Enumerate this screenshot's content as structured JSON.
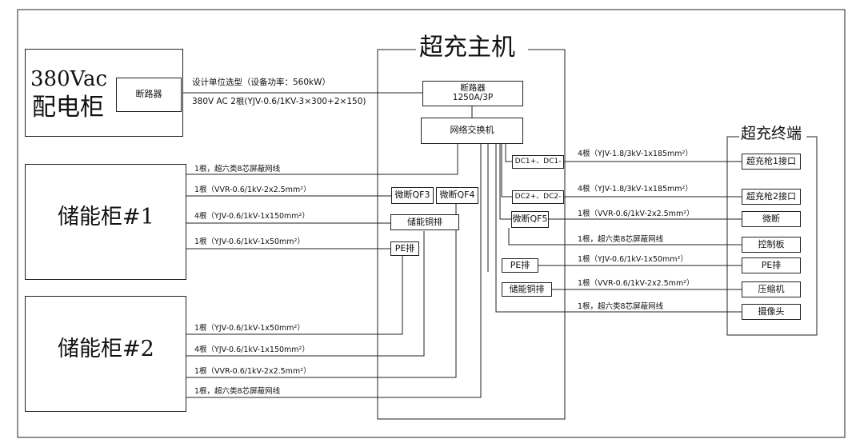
{
  "panel_380": {
    "title_line1": "380Vac",
    "title_line2": "配电柜",
    "breaker": "断路器"
  },
  "main_feed": {
    "label1": "设计单位选型（设备功率：560kW）",
    "label2": "380V AC 2根(YJV-0.6/1KV-3×300+2×150)"
  },
  "host": {
    "title": "超充主机",
    "breaker_line1": "断路器",
    "breaker_line2": "1250A/3P",
    "switch": "网络交换机",
    "dc1": "DC1+、DC1-",
    "dc2": "DC2+、DC2-",
    "qf3": "微断QF3",
    "qf4": "微断QF4",
    "qf5": "微断QF5",
    "copper_bar": "储能铜排",
    "pe_bar": "PE排",
    "pe_bar2": "PE排",
    "copper_bar2": "储能铜排"
  },
  "storage1": {
    "title": "储能柜#1",
    "wires": [
      "1根，超六类8芯屏蔽网线",
      "1根（VVR-0.6/1kV-2x2.5mm²）",
      "4根（YJV-0.6/1kV-1x150mm²）",
      "1根（YJV-0.6/1kV-1x50mm²）"
    ]
  },
  "storage2": {
    "title": "储能柜#2",
    "wires": [
      "1根（YJV-0.6/1kV-1x50mm²）",
      "4根（YJV-0.6/1kV-1x150mm²）",
      "1根（VVR-0.6/1kV-2x2.5mm²）",
      "1根，超六类8芯屏蔽网线"
    ]
  },
  "terminal": {
    "title": "超充终端",
    "items": [
      "超充枪1接口",
      "超充枪2接口",
      "微断",
      "控制板",
      "PE排",
      "压缩机",
      "摄像头"
    ],
    "wires": [
      "4根（YJV-1.8/3kV-1x185mm²）",
      "4根（YJV-1.8/3kV-1x185mm²）",
      "1根（VVR-0.6/1kV-2x2.5mm²）",
      "1根，超六类8芯屏蔽网线",
      "1根（YJV-0.6/1kV-1x50mm²）",
      "1根（VVR-0.6/1kV-2x2.5mm²）",
      "1根，超六类8芯屏蔽网线"
    ]
  }
}
